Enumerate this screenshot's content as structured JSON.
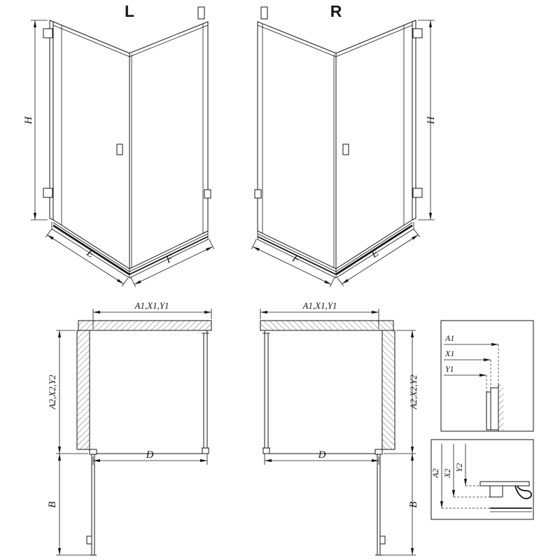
{
  "page": {
    "background": "#ffffff",
    "line_color": "#161616",
    "hatch_color": "#6a6a6a"
  },
  "views": {
    "cabin_left": {
      "label": "L",
      "dim_height": "H",
      "dim_door_width": "E",
      "dim_fixed_width": "F"
    },
    "cabin_right": {
      "label": "R",
      "dim_height": "H",
      "dim_door_width": "E",
      "dim_fixed_width": "F"
    },
    "plan_left": {
      "dim_top": "A1,X1,Y1",
      "dim_side": "A2,X2,Y2",
      "dim_width": "D",
      "dim_door": "B"
    },
    "plan_right": {
      "dim_top": "A1,X1,Y1",
      "dim_side": "A2,X2,Y2",
      "dim_width": "D",
      "dim_door": "B"
    },
    "detail_wall_profile": {
      "dims": [
        "A1",
        "X1",
        "Y1"
      ]
    },
    "detail_floor_profile": {
      "dims": [
        "A2",
        "X2",
        "Y2"
      ]
    }
  }
}
